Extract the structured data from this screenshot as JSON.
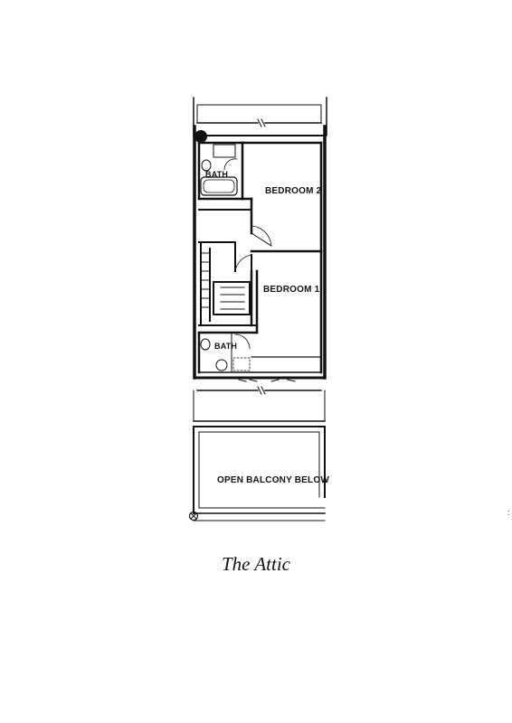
{
  "plan": {
    "rooms": [
      {
        "id": "bedroom-2",
        "label": "BEDROOM 2"
      },
      {
        "id": "bedroom-1",
        "label": "BEDROOM 1"
      },
      {
        "id": "bath-upper",
        "label": "BATH"
      },
      {
        "id": "bath-lower",
        "label": "BATH"
      },
      {
        "id": "balcony",
        "label": "OPEN BALCONY BELOW"
      }
    ],
    "stray_mark": ":"
  },
  "caption": "The Attic"
}
